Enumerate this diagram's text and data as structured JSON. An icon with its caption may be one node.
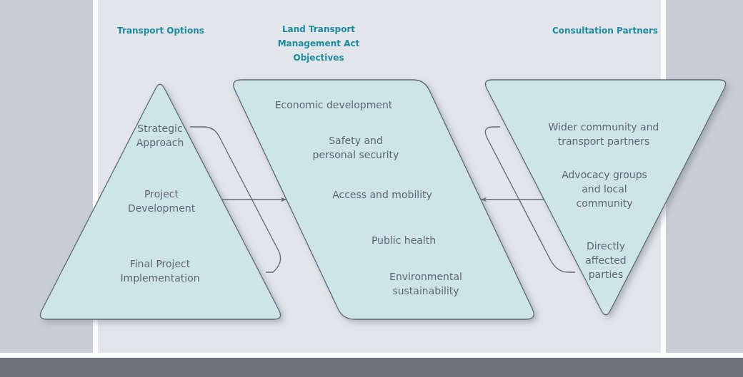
{
  "diagram": {
    "nodes": [
      {
        "text": [
          "Strategic Approach",
          "Project Development",
          "Final Project Implementation"
        ]
      },
      {
        "text": [
          "Economic development",
          "Safety and personal security",
          "Access and mobility",
          "Public health",
          "Environmental sustainability"
        ]
      },
      {
        "text": [
          "Wider community and transport partners",
          "Advocacy groups and local community",
          "Directly affected parties"
        ]
      }
    ],
    "edges": [
      {
        "from": 0,
        "to": 1,
        "arrow": "to"
      },
      {
        "from": 2,
        "to": 1,
        "arrow": "to"
      }
    ],
    "labels": [
      "Transport Options",
      "Land Transport Management Act Objectives",
      "Consultation Partners"
    ]
  }
}
